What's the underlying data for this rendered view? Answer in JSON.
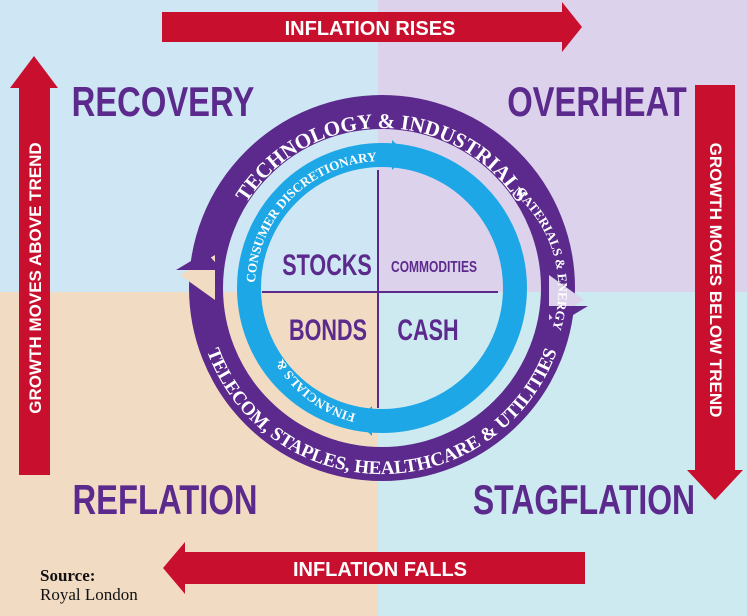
{
  "colors": {
    "quad_top_left": "#cfe6f4",
    "quad_top_right": "#ddd2ec",
    "quad_bottom_left": "#f1dcc3",
    "quad_bottom_right": "#cdeaf1",
    "arrow_red": "#c8102e",
    "purple": "#5b2a8c",
    "blue": "#1ea7e6",
    "center_fill": "#ffffff"
  },
  "arrows": {
    "top": "INFLATION RISES",
    "bottom": "INFLATION FALLS",
    "left": "GROWTH MOVES ABOVE TREND",
    "right": "GROWTH MOVES BELOW TREND"
  },
  "quadrants": {
    "top_left": "RECOVERY",
    "top_right": "OVERHEAT",
    "bottom_left": "REFLATION",
    "bottom_right": "STAGFLATION"
  },
  "outer_ring": {
    "top": "TECHNOLOGY & INDUSTRIALS",
    "bottom": "TELECOM, STAPLES, HEALTHCARE & UTILITIES"
  },
  "inner_ring": {
    "top_left": "CONSUMER DISCRETIONARY",
    "right": "MATERIALS & ENERGY",
    "bottom_left": "FINANCIALS &"
  },
  "center": {
    "stocks": "STOCKS",
    "commodities": "COMMODITIES",
    "bonds": "BONDS",
    "cash": "CASH"
  },
  "source": {
    "label": "Source:",
    "value": "Royal London"
  }
}
